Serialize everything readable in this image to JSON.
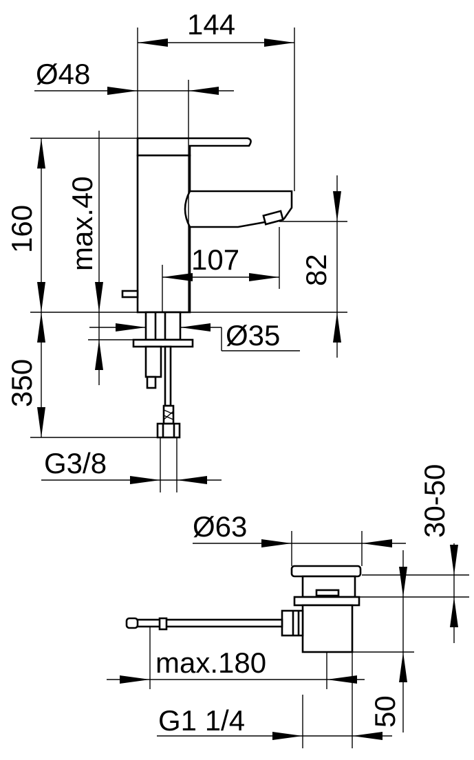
{
  "dimensions": {
    "width_total": "144",
    "body_diameter": "Ø48",
    "height_total": "160",
    "max_thickness": "max.40",
    "spout_reach": "107",
    "spout_height": "82",
    "base_diameter": "Ø35",
    "hose_length": "350",
    "connection_thread": "G3/8",
    "waste_diameter": "Ø63",
    "waste_stroke": "30-50",
    "rod_length": "max.180",
    "waste_thread": "G1 1/4",
    "waste_height": "50"
  }
}
